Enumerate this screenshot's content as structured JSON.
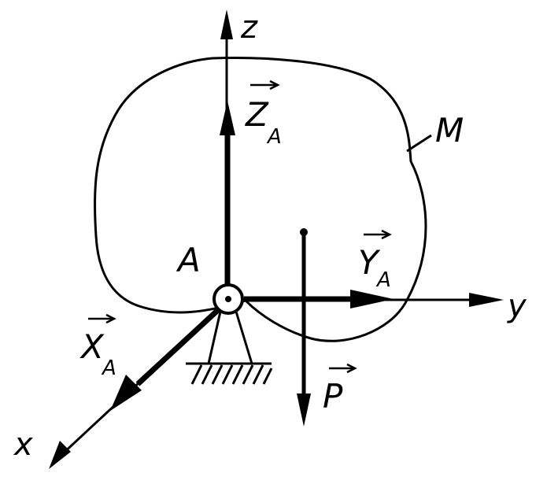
{
  "diagram": {
    "labels": {
      "axis_z": "z",
      "axis_y": "y",
      "axis_x": "x",
      "point_A": "A",
      "body_M": "M",
      "force_ZA": "Z",
      "force_ZA_sub": "A",
      "force_YA": "Y",
      "force_YA_sub": "A",
      "force_XA": "X",
      "force_XA_sub": "A",
      "force_P": "P"
    },
    "colors": {
      "ink": "#000000",
      "paper": "#ffffff"
    }
  }
}
